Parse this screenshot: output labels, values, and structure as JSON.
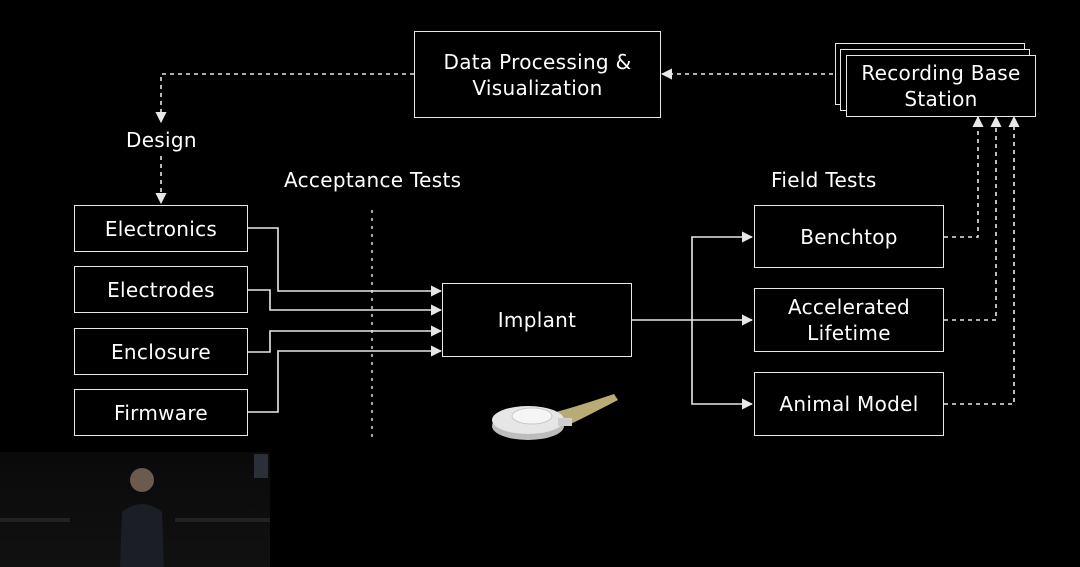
{
  "diagram": {
    "labels": {
      "design": "Design",
      "acceptance_tests": "Acceptance Tests",
      "field_tests": "Field Tests"
    },
    "boxes": {
      "data_processing": "Data Processing &\nVisualization",
      "recording_base_station": "Recording Base\nStation",
      "electronics": "Electronics",
      "electrodes": "Electrodes",
      "enclosure": "Enclosure",
      "firmware": "Firmware",
      "implant": "Implant",
      "benchtop": "Benchtop",
      "accelerated_lifetime": "Accelerated\nLifetime",
      "animal_model": "Animal Model"
    }
  },
  "colors": {
    "background": "#000000",
    "line": "#e8e8e8"
  }
}
